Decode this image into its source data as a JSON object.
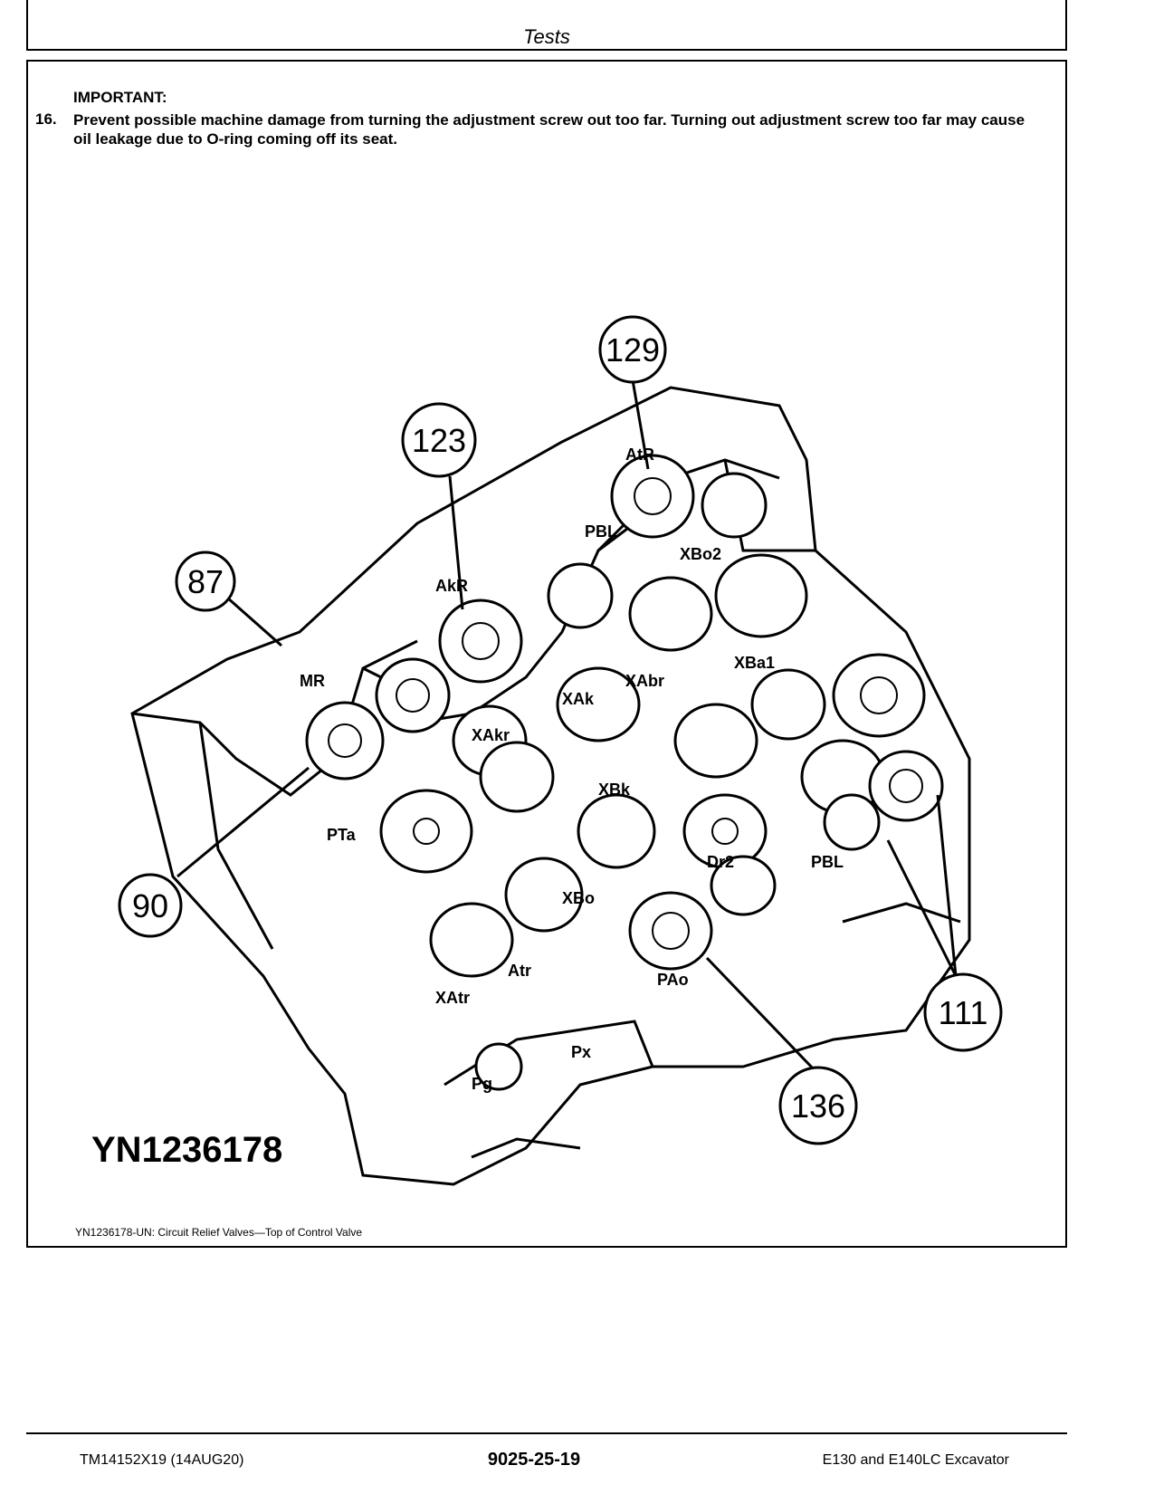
{
  "header": {
    "title": "Tests"
  },
  "instruction": {
    "important_label": "IMPORTANT:",
    "step_number": "16.",
    "text": "Prevent possible machine damage from turning the adjustment screw out too far. Turning out adjustment screw too far may cause oil leakage due to O-ring coming off its seat."
  },
  "figure": {
    "callouts": [
      "129",
      "123",
      "87",
      "90",
      "111",
      "136"
    ],
    "port_labels": [
      "AtR",
      "AkR",
      "MR",
      "PBL",
      "XBo2",
      "XBa1",
      "XAbr",
      "XAk",
      "XAkr",
      "PTa",
      "XBk",
      "XAtr",
      "XBo",
      "Pg",
      "Px",
      "PAo",
      "Dr2",
      "PBL",
      "Atr"
    ],
    "image_id": "YN1236178",
    "caption": "YN1236178-UN: Circuit Relief Valves—Top of Control Valve"
  },
  "footer": {
    "doc_id": "TM14152X19 (14AUG20)",
    "page_number": "9025-25-19",
    "model": "E130 and E140LC Excavator"
  }
}
